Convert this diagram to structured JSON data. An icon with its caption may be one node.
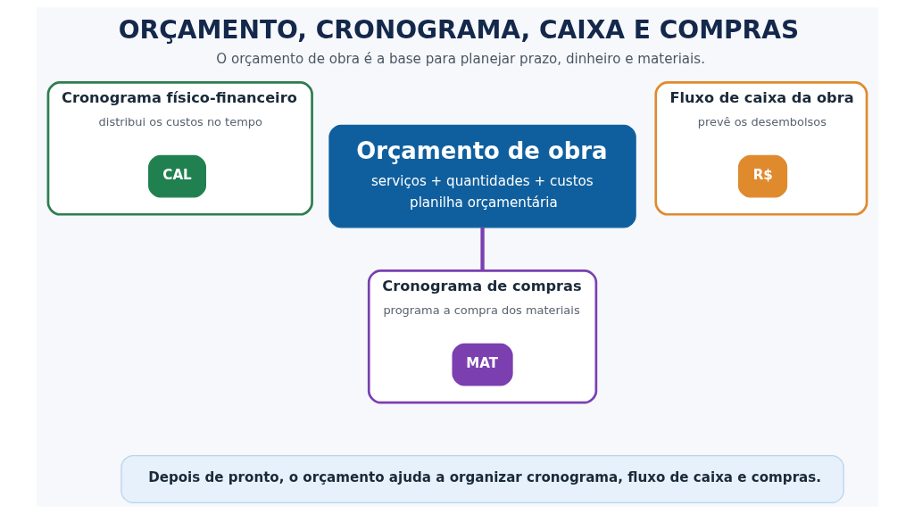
{
  "diagram": {
    "title": "ORÇAMENTO, CRONOGRAMA, CAIXA E COMPRAS",
    "caption": "O orçamento de obra é a base para planejar prazo, dinheiro e materiais.",
    "nodes": [
      {
        "text": [
          "Orçamento de obra",
          "serviços + quantidades + custos",
          "planilha orçamentária"
        ]
      },
      {
        "text": [
          "Cronograma físico-financeiro",
          "distribui os custos no tempo"
        ]
      },
      {
        "text": [
          "CAL"
        ],
        "in": 1
      },
      {
        "text": [
          "Fluxo de caixa da obra",
          "prevê os desembolsos"
        ]
      },
      {
        "text": [
          "R$"
        ],
        "in": 3
      },
      {
        "text": [
          "Cronograma de compras",
          "programa a compra dos materiais"
        ]
      },
      {
        "text": [
          "MAT"
        ],
        "in": 5
      },
      {
        "text": [
          "Depois de pronto, o orçamento ajuda a organizar cronograma, fluxo de caixa e compras."
        ]
      }
    ],
    "edges": [
      {
        "from": 0,
        "to": 5,
        "arrow": "none",
        "color": "#7b3fb0"
      }
    ]
  }
}
